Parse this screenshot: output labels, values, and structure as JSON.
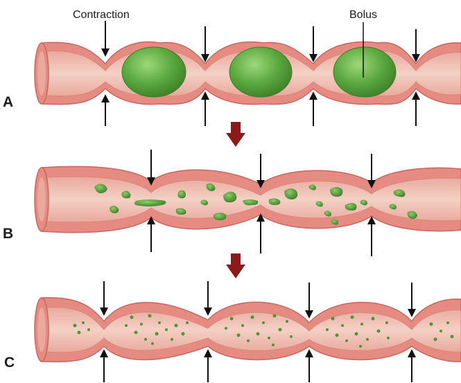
{
  "labels": {
    "contraction": "Contraction",
    "bolus": "Bolus",
    "row_a": "A",
    "row_b": "B",
    "row_c": "C"
  },
  "colors": {
    "tube_wall": "#e58b82",
    "tube_wall_edge": "#c9675f",
    "lumen": "#f2c8bc",
    "lumen_dark": "#e9a99c",
    "bolus_green": "#5aa83f",
    "bolus_dark": "#3e7e2a",
    "stage_arrow": "#8b1a1a",
    "arrow": "#111111"
  },
  "icons": {
    "contraction_arrow": "arrow-down-icon",
    "relaxation_arrow": "arrow-up-icon",
    "stage_arrow": "arrow-down-icon"
  },
  "stages": [
    {
      "label_key": "row_a",
      "content": "three large boluses between contractions"
    },
    {
      "label_key": "row_b",
      "content": "boluses broken into medium chyme fragments"
    },
    {
      "label_key": "row_c",
      "content": "chyme mixed into fine particles"
    }
  ]
}
